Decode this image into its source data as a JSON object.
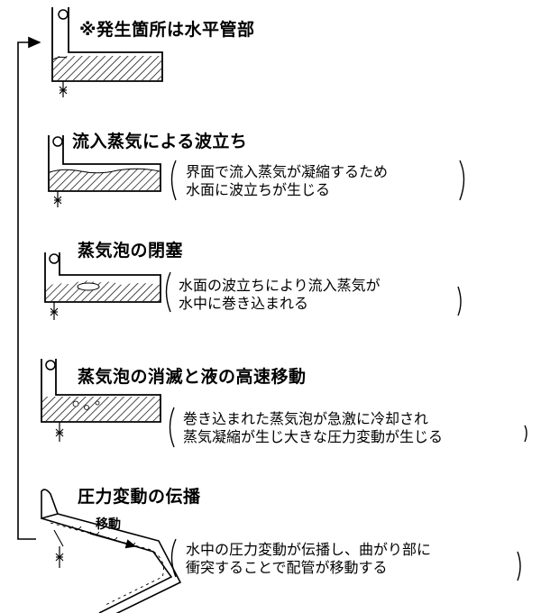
{
  "stages": [
    {
      "title": "※発生箇所は水平管部",
      "note_lines": []
    },
    {
      "title": "流入蒸気による波立ち",
      "note_lines": [
        "界面で流入蒸気が凝縮するため",
        "水面に波立ちが生じる"
      ]
    },
    {
      "title": "蒸気泡の閉塞",
      "note_lines": [
        "水面の波立ちにより流入蒸気が",
        "水中に巻き込まれる"
      ]
    },
    {
      "title": "蒸気泡の消滅と液の高速移動",
      "note_lines": [
        "巻き込まれた蒸気泡が急激に冷却され",
        "蒸気凝縮が生じ大きな圧力変動が生じる"
      ]
    },
    {
      "title": "圧力変動の伝播",
      "note_lines": [
        "水中の圧力変動が伝播し、曲がり部に",
        "衝突することで配管が移動する"
      ]
    }
  ],
  "movement_label": "移動"
}
